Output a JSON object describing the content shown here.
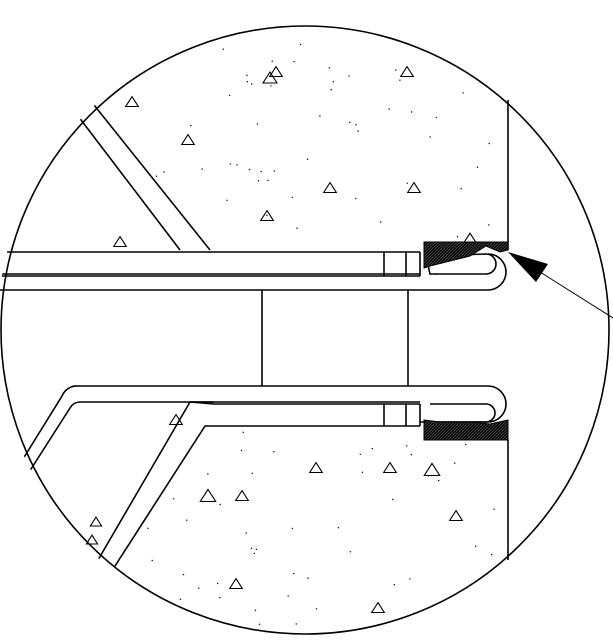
{
  "drawing": {
    "kind": "cad-detail-callout",
    "line_color": "#000000",
    "background": "#ffffff",
    "fill_seal": "#1a1a1a"
  },
  "parts": [
    {
      "id": "detail-circle-boundary",
      "icon": "circle-outline"
    },
    {
      "id": "concrete-upper",
      "icon": "concrete-hatch"
    },
    {
      "id": "concrete-lower",
      "icon": "concrete-hatch"
    },
    {
      "id": "upper-flange-plate",
      "icon": "plate"
    },
    {
      "id": "lower-flange-plate",
      "icon": "plate"
    },
    {
      "id": "web-plate",
      "icon": "plate"
    },
    {
      "id": "upper-seal",
      "icon": "sealant-joint"
    },
    {
      "id": "lower-seal",
      "icon": "sealant-joint"
    },
    {
      "id": "leader-arrow",
      "icon": "arrow-leader"
    }
  ]
}
